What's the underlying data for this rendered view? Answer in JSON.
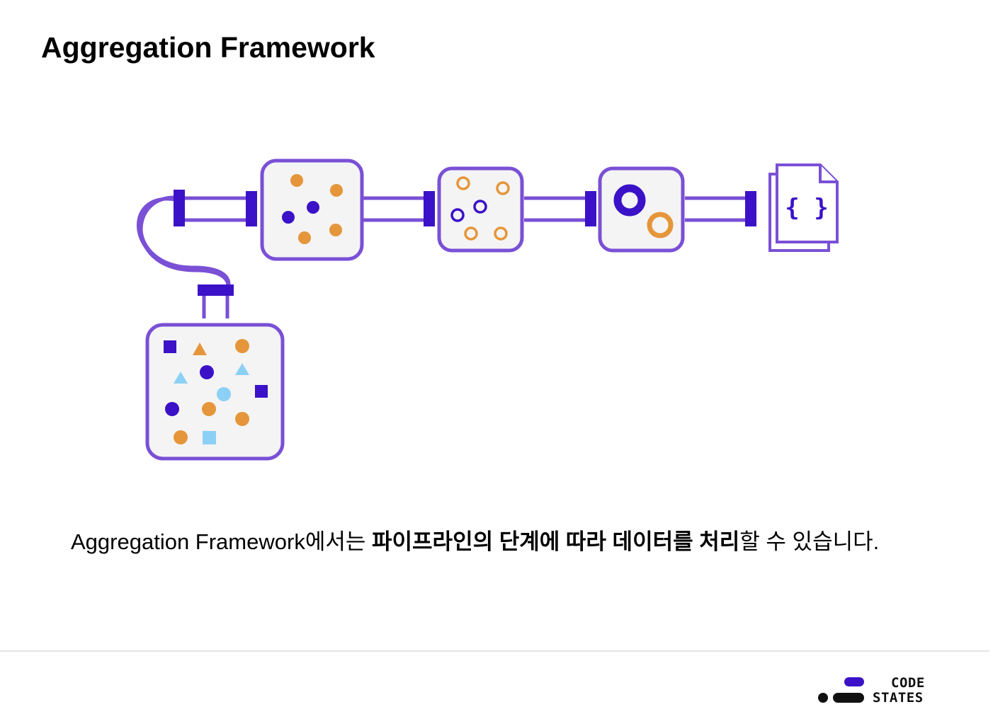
{
  "title": "Aggregation Framework",
  "caption": {
    "prefix": "Aggregation Framework에서는 ",
    "bold1": "파이프라인의 단계에 따라 데이터를 처리",
    "suffix": "할 수 있습니다."
  },
  "diagram": {
    "document_symbol": "{ }"
  },
  "logo": {
    "line1": "CODE",
    "line2": "STATES"
  },
  "colors": {
    "outline_purple": "#7a50d6",
    "dark_purple": "#3b12c8",
    "orange": "#e5963a",
    "light_blue": "#8dd0f5",
    "box_fill": "#f4f4f4"
  }
}
